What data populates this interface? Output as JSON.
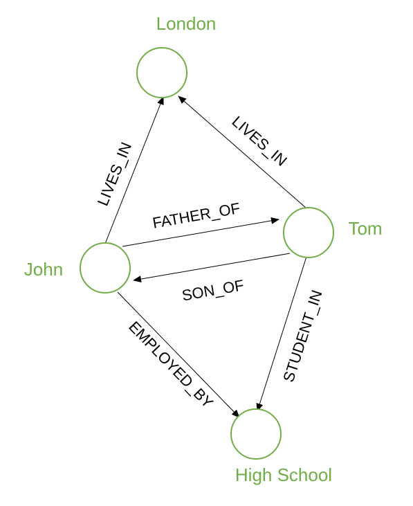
{
  "colors": {
    "node_stroke": "#70ad47",
    "node_label": "#70ad47",
    "edge": "#000000",
    "edge_label": "#000000",
    "background": "#ffffff"
  },
  "nodes": {
    "london": {
      "label": "London"
    },
    "tom": {
      "label": "Tom"
    },
    "john": {
      "label": "John"
    },
    "high_school": {
      "label": "High School"
    }
  },
  "edges": {
    "john_lives_in": {
      "from": "John",
      "to": "London",
      "label": "LIVES_IN"
    },
    "tom_lives_in": {
      "from": "Tom",
      "to": "London",
      "label": "LIVES_IN"
    },
    "father_of": {
      "from": "John",
      "to": "Tom",
      "label": "FATHER_OF"
    },
    "son_of": {
      "from": "Tom",
      "to": "John",
      "label": "SON_OF"
    },
    "student_in": {
      "from": "Tom",
      "to": "High School",
      "label": "STUDENT_IN"
    },
    "employed_by": {
      "from": "John",
      "to": "High School",
      "label": "EMPLOYED_BY"
    }
  }
}
